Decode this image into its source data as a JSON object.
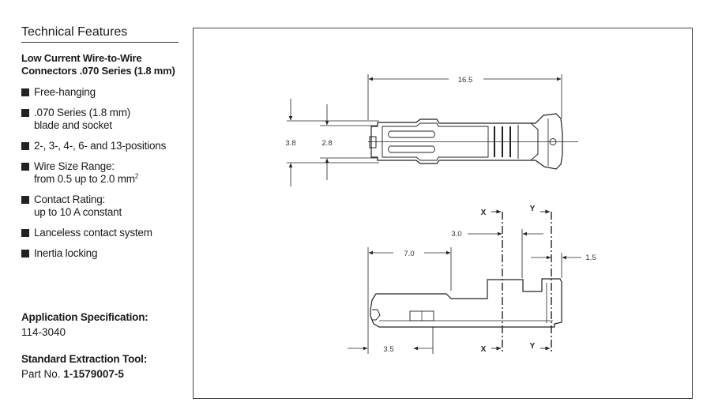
{
  "sidebar": {
    "section_title": "Technical Features",
    "subtitle": "Low Current Wire-to-Wire Connectors .070 Series (1.8 mm)",
    "features": [
      [
        "Free-hanging"
      ],
      [
        ".070 Series (1.8 mm)",
        "blade and socket"
      ],
      [
        "2-, 3-, 4-, 6- and 13-positions"
      ],
      [
        "Wire Size Range:",
        "from 0.5 up to 2.0 mm"
      ],
      [
        "Contact Rating:",
        "up to 10 A constant"
      ],
      [
        "Lanceless contact system"
      ],
      [
        "Inertia locking"
      ]
    ],
    "wire_size_superscript": "2",
    "application_spec": {
      "label": "Application Specification:",
      "value": "114-3040"
    },
    "extraction_tool": {
      "label": "Standard Extraction Tool:",
      "prefix": "Part No. ",
      "part_number": "1-1579007-5"
    }
  },
  "drawing": {
    "dim_length": "16.5",
    "dim_outer": "3.8",
    "dim_inner": "2.8",
    "dim_7": "7.0",
    "dim_3": "3.0",
    "dim_15": "1.5",
    "dim_35": "3.5",
    "section_x": "X",
    "section_y": "Y"
  }
}
